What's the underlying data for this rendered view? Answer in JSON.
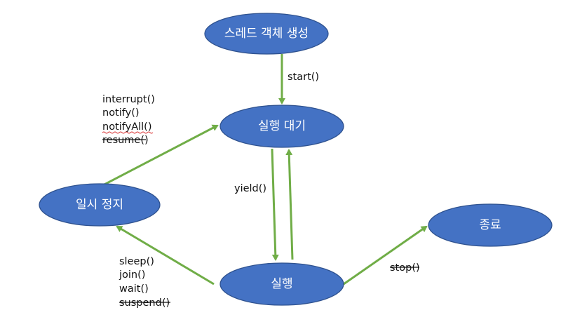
{
  "nodes": {
    "create": "스레드 객체 생성",
    "ready": "실행 대기",
    "paused": "일시 정지",
    "running": "실행",
    "terminated": "종료"
  },
  "edges": {
    "start": "start()",
    "yield": "yield()",
    "stop": "stop()",
    "resume_methods": [
      "interrupt()",
      "notify()",
      "notifyAll()",
      "resume()"
    ],
    "pause_methods": [
      "sleep()",
      "join()",
      "wait()",
      "suspend()"
    ]
  },
  "colors": {
    "node_fill": "#4472c4",
    "node_border": "#2f528f",
    "arrow": "#70ad47",
    "node_text": "#ffffff"
  }
}
